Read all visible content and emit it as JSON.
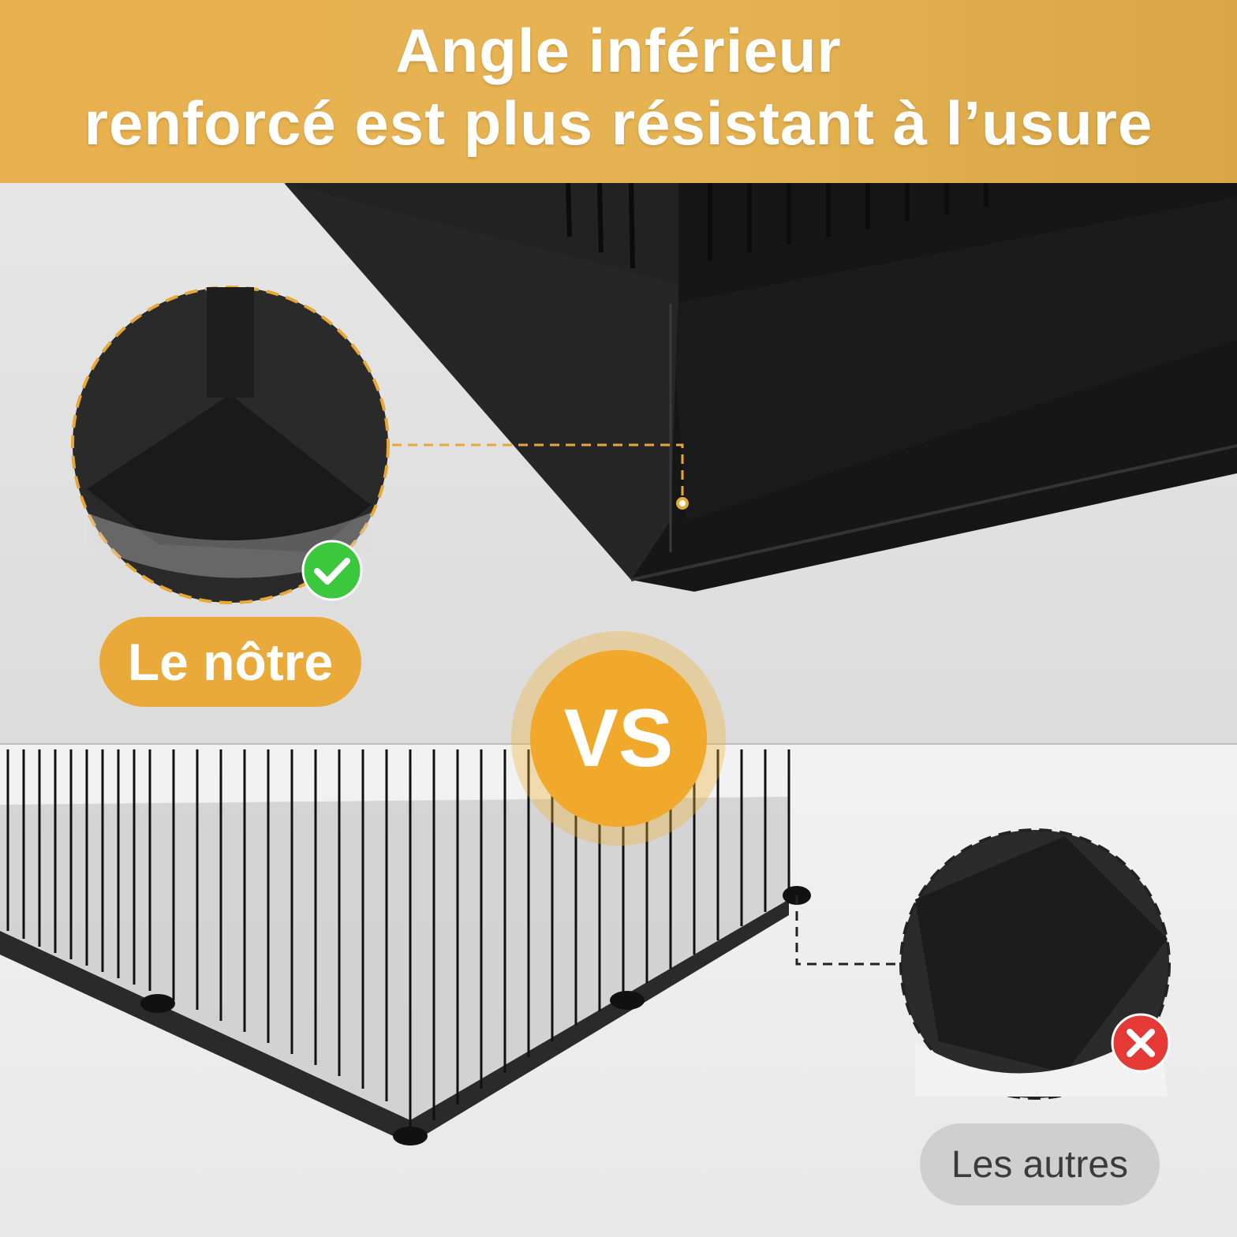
{
  "headline": {
    "line1": "Angle inférieur",
    "line2": "renforcé est plus résistant à l’usure"
  },
  "badges": {
    "ours": "Le nôtre",
    "others": "Les autres",
    "versus": "VS"
  },
  "icons": {
    "check": "check-circle-icon",
    "cross": "cross-circle-icon"
  },
  "colors": {
    "banner": "#e6b353",
    "accent": "#f0a92a",
    "check_green": "#3cc83c",
    "cross_red": "#e53935",
    "product_black": "#1c1c1c"
  }
}
